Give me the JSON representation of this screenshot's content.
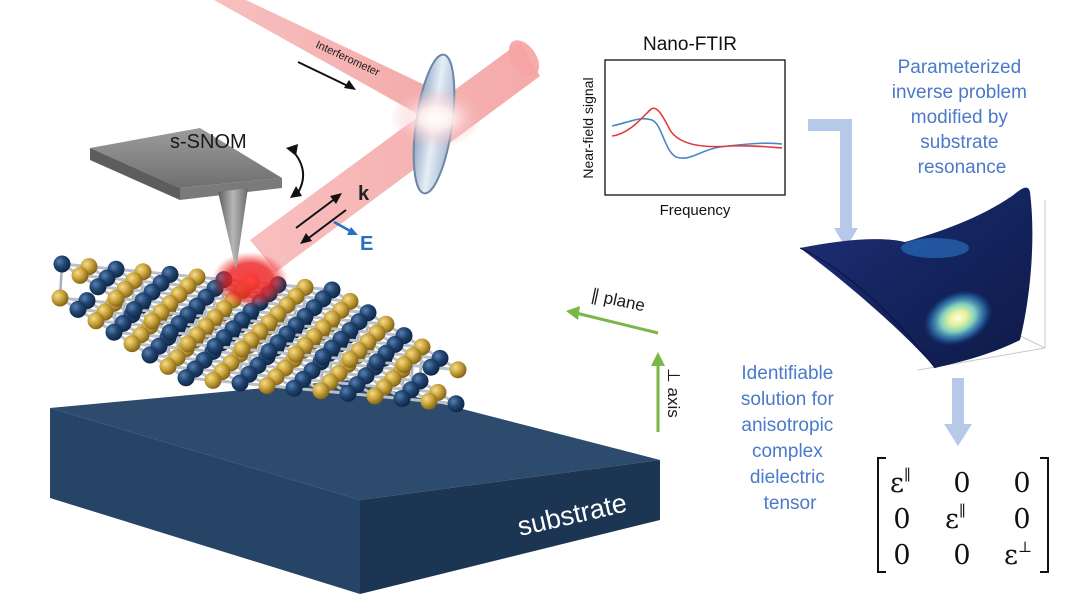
{
  "labels": {
    "interferometer": "Interferometer",
    "snom": "s-SNOM",
    "k_vector": "k",
    "e_field": "E",
    "parallel_plane": "∥ plane",
    "perp_axis": "⊥ axis",
    "substrate": "substrate"
  },
  "nano_ftir": {
    "title": "Nano-FTIR",
    "xlabel": "Frequency",
    "ylabel": "Near-field signal"
  },
  "inverse_problem_text": [
    "Parameterized",
    "inverse problem",
    "modified by",
    "substrate",
    "resonance"
  ],
  "solution_text": [
    "Identifiable",
    "solution for",
    "anisotropic",
    "complex",
    "dielectric",
    "tensor"
  ],
  "tensor": {
    "symbol": "ε",
    "sup_parallel": "∥",
    "sup_perp": "⊥",
    "zero": "0"
  },
  "colors": {
    "beam": "#f4a9a9",
    "blue_series": "#4a86c8",
    "red_series": "#e03c3c",
    "text_blue": "#4a7ac9",
    "arrow_fill": "#b6c9e8",
    "substrate_top": "#2c4d70",
    "atom_navy": "#1d3f6b",
    "atom_gold": "#c4a034",
    "green_arrow": "#7ab648"
  }
}
